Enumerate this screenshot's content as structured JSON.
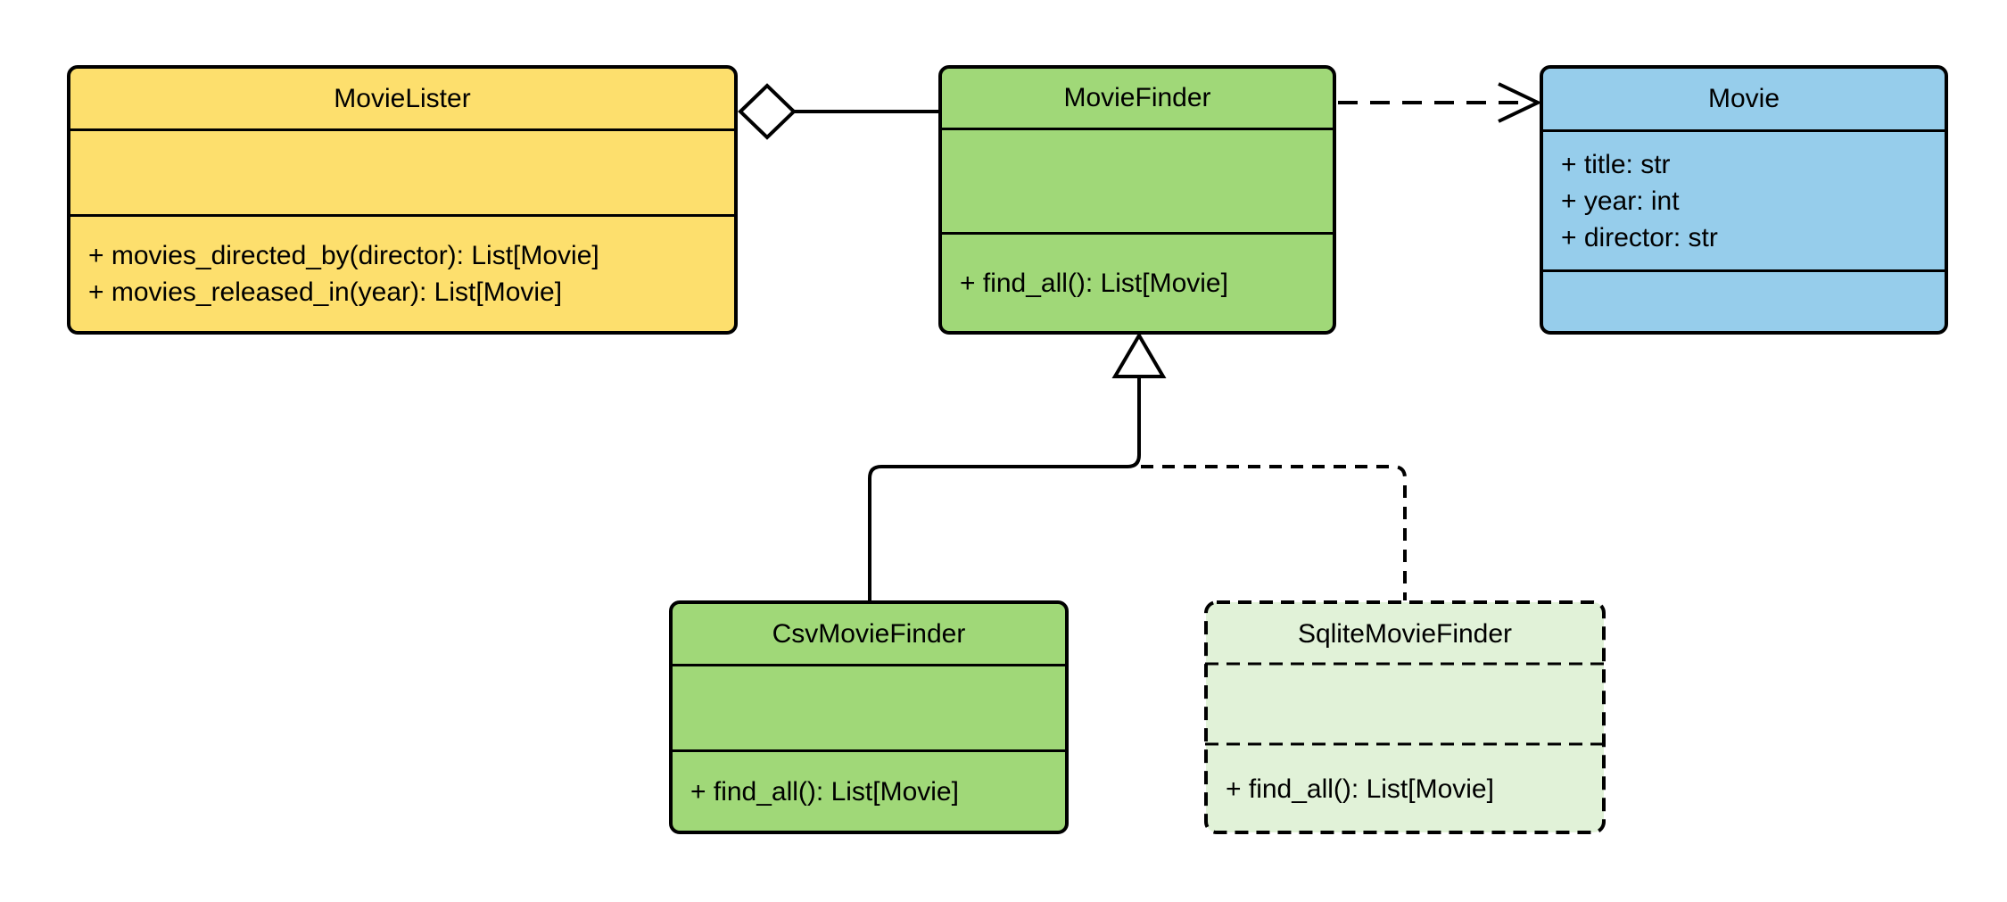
{
  "diagram": {
    "type": "uml-class-diagram",
    "background": "#ffffff",
    "stroke_color": "#000000",
    "classes": [
      {
        "name": "MovieLister",
        "fill": "#FDDF6D",
        "border_style": "solid",
        "attributes": [],
        "methods": [
          "+ movies_directed_by(director): List[Movie]",
          "+ movies_released_in(year): List[Movie]"
        ]
      },
      {
        "name": "MovieFinder",
        "fill": "#A0D878",
        "border_style": "solid",
        "attributes": [],
        "methods": [
          "+ find_all(): List[Movie]"
        ]
      },
      {
        "name": "Movie",
        "fill": "#96CDEB",
        "border_style": "solid",
        "attributes": [
          "+ title: str",
          "+ year: int",
          "+ director: str"
        ],
        "methods": []
      },
      {
        "name": "CsvMovieFinder",
        "fill": "#A0D878",
        "border_style": "solid",
        "attributes": [],
        "methods": [
          "+ find_all(): List[Movie]"
        ]
      },
      {
        "name": "SqliteMovieFinder",
        "fill": "#E1F2D8",
        "border_style": "dashed",
        "attributes": [],
        "methods": [
          "+ find_all(): List[Movie]"
        ]
      }
    ],
    "relationships": [
      {
        "type": "aggregation",
        "from": "MovieLister",
        "to": "MovieFinder",
        "line": "solid",
        "marker": "hollow-diamond"
      },
      {
        "type": "dependency",
        "from": "MovieFinder",
        "to": "Movie",
        "line": "dashed",
        "marker": "open-arrow"
      },
      {
        "type": "inheritance",
        "from": "CsvMovieFinder",
        "to": "MovieFinder",
        "line": "solid",
        "marker": "hollow-triangle"
      },
      {
        "type": "inheritance",
        "from": "SqliteMovieFinder",
        "to": "MovieFinder",
        "line": "dashed",
        "marker": "hollow-triangle"
      }
    ]
  }
}
